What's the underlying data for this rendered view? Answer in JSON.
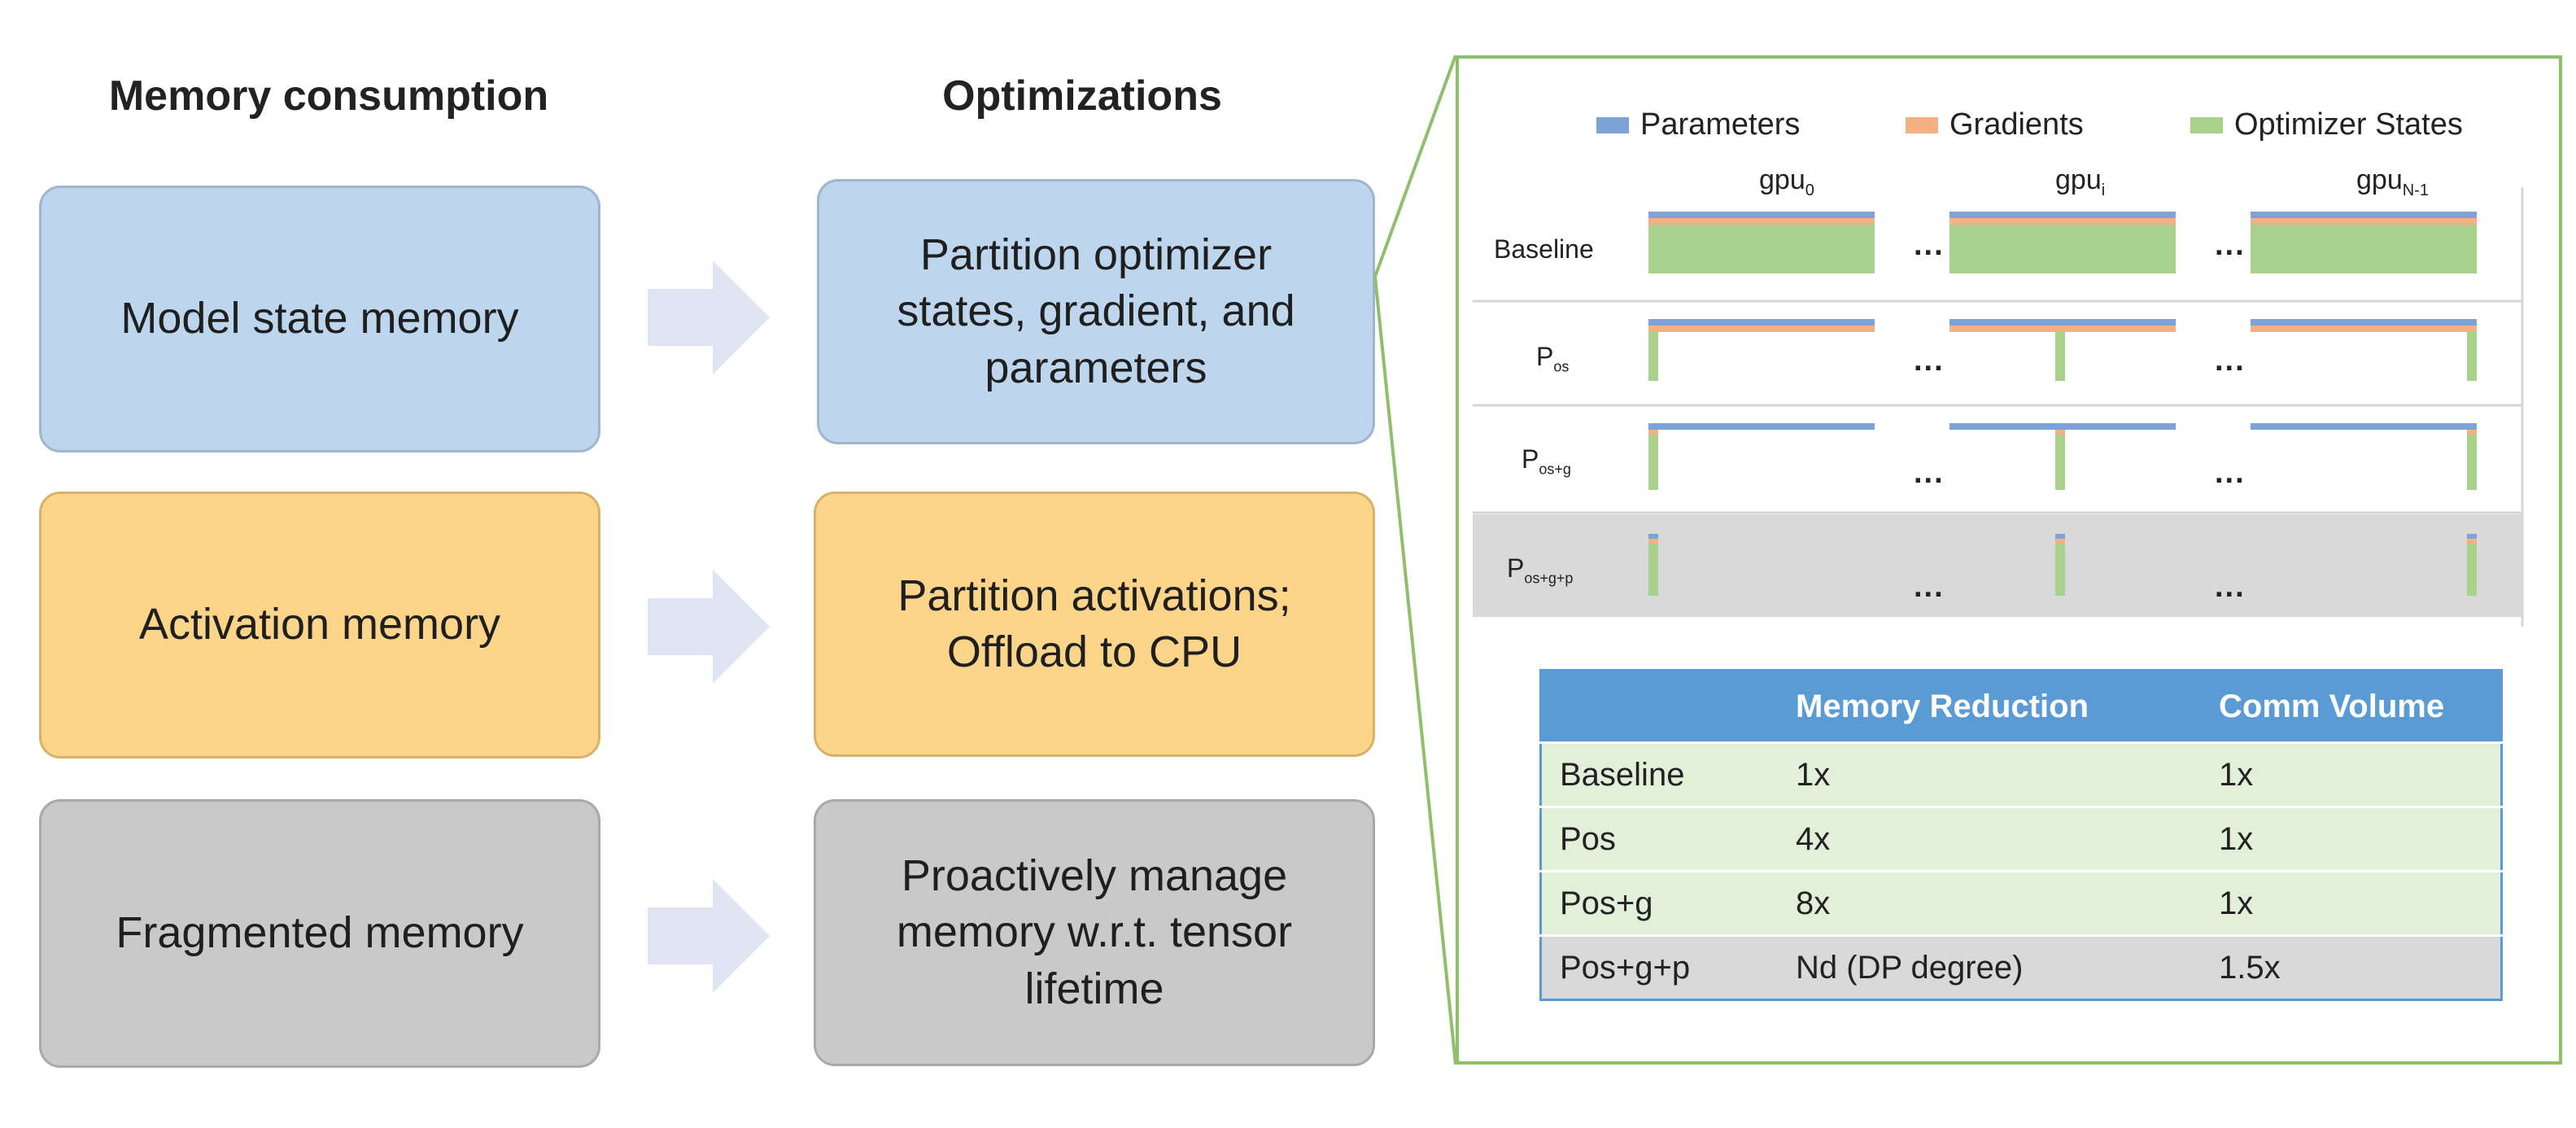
{
  "headers": {
    "memory_consumption": "Memory consumption",
    "optimizations": "Optimizations"
  },
  "rows": [
    {
      "memory": "Model state memory",
      "optimization_lines": [
        "Partition optimizer",
        "states, gradient, and",
        "parameters"
      ],
      "color": "#bdd6ee"
    },
    {
      "memory": "Activation memory",
      "optimization_lines": [
        "Partition activations;",
        "Offload to CPU"
      ],
      "color": "#fcd58a"
    },
    {
      "memory": "Fragmented memory",
      "optimization_lines": [
        "Proactively manage",
        "memory w.r.t. tensor",
        "lifetime"
      ],
      "color": "#c9c9c9"
    }
  ],
  "legend": {
    "parameters": {
      "label": "Parameters",
      "color": "#7fa3d9"
    },
    "gradients": {
      "label": "Gradients",
      "color": "#f4b183"
    },
    "optimizer_states": {
      "label": "Optimizer States",
      "color": "#a9d18e"
    }
  },
  "gpus": {
    "g0": {
      "base": "gpu",
      "sub": "0"
    },
    "gi": {
      "base": "gpu",
      "sub": "i"
    },
    "gn": {
      "base": "gpu",
      "sub": "N-1"
    }
  },
  "stages": [
    {
      "base": "Baseline",
      "sub": ""
    },
    {
      "base": "P",
      "sub": "os"
    },
    {
      "base": "P",
      "sub": "os+g"
    },
    {
      "base": "P",
      "sub": "os+g+p"
    }
  ],
  "ellipsis": "...",
  "table": {
    "columns": [
      "",
      "Memory Reduction",
      "Comm Volume"
    ],
    "rows": [
      [
        "Baseline",
        "1x",
        "1x"
      ],
      [
        "Pos",
        "4x",
        "1x"
      ],
      [
        "Pos+g",
        "8x",
        "1x"
      ],
      [
        "Pos+g+p",
        "Nd (DP degree)",
        "1.5x"
      ]
    ]
  }
}
